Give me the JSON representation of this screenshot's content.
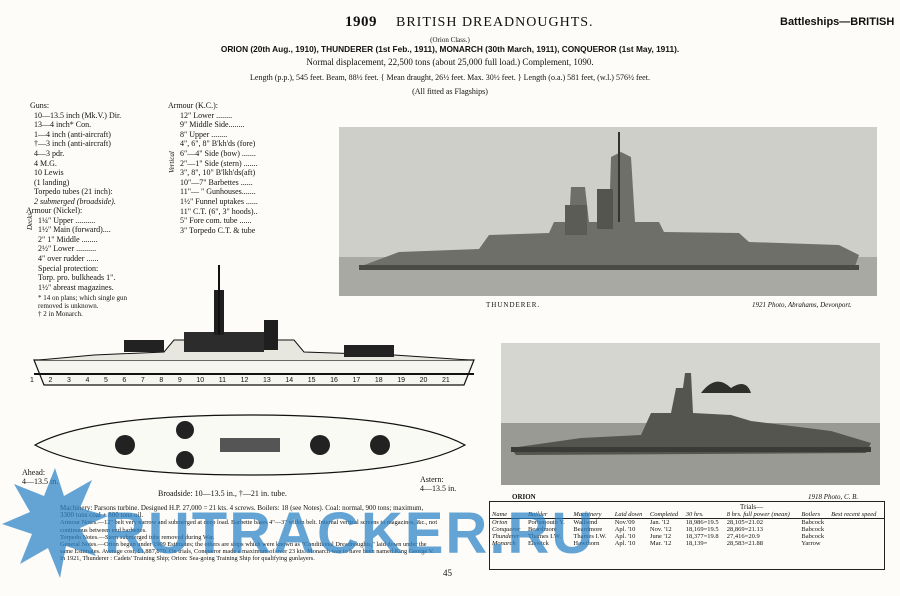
{
  "header": {
    "year": "1909",
    "title": "BRITISH DREADNOUGHTS.",
    "section": "Battleships—BRITISH",
    "class_line": "(Orion Class.)",
    "ships_line": "ORION (20th Aug., 1910), THUNDERER (1st Feb., 1911), MONARCH (30th March, 1911), CONQUEROR (1st May, 1911).",
    "displacement_line": "Normal displacement, 22,500 tons (about 25,000 full load.) Complement, 1090.",
    "length_line": "Length (p.p.), 545 feet. Beam, 88½ feet. { Mean draught, 26½ feet. Max. 30½ feet. } Length (o.a.) 581 feet, (w.l.) 576½ feet.",
    "flagship_line": "(All fitted as Flagships)"
  },
  "guns": {
    "heading": "Guns:",
    "lines": [
      "10—13.5 inch (Mk.V.)  Dir.",
      "13—4 inch*  Con.",
      "1—4 inch (anti-aircraft)",
      "†—3 inch (anti-aircraft)",
      "4—3 pdr.",
      "4 M.G.",
      "10 Lewis",
      "(1 landing)",
      "Torpedo tubes (21 inch):",
      "2 submerged (broadside)."
    ]
  },
  "armour_nickel": {
    "heading": "Armour (Nickel):",
    "side_label": "Decks",
    "lines": [
      "1¼\" Upper ..........",
      "1½\" Main (forward)....",
      "2\" 1\" Middle ........",
      "2½\" Lower ..........",
      "4\" over rudder ......",
      "Special protection:",
      "Torp. pro. bulkheads 1\".",
      "1½\" abreast magazines."
    ],
    "footnotes": [
      "* 14 on plans; which single gun removed is unknown.",
      "† 2 in Monarch."
    ]
  },
  "armour_kc": {
    "heading": "Armour (K.C.):",
    "side_label": "Vertical",
    "lines": [
      "12\" Lower ........",
      "9\" Middle  Side........",
      "8\" Upper ........",
      "4\", 6\", 8\" B'kh'ds (fore)",
      "6\"—4\" Side (bow) .......",
      "2\"—1\" Side (stern) .......",
      "3\", 8\", 10\" B'lkh'ds(aft)",
      "10\"—7\" Barbettes ......",
      "11\"— \" Gunhouses.......",
      "1½\" Funnel uptakes ......",
      "11\" C.T. (6\", 3\" hoods)..",
      "5\" Fore com. tube ......",
      "3\" Torpedo C.T. & tube"
    ]
  },
  "photos": {
    "top_caption_ship": "THUNDERER.",
    "top_caption_credit": "1921 Photo, Abrahams, Devonport.",
    "bottom_caption_ship": "ORION",
    "bottom_caption_credit": "1918 Photo, C. B."
  },
  "plan": {
    "compartments": [
      "1",
      "2",
      "3",
      "4",
      "5",
      "6",
      "7",
      "8",
      "9",
      "10",
      "11",
      "12",
      "13",
      "14",
      "15",
      "16",
      "17",
      "18",
      "19",
      "20",
      "21"
    ],
    "ahead_label": "Ahead:",
    "ahead_value": "4—13.5 in.",
    "astern_label": "Astern:",
    "astern_value": "4—13.5 in.",
    "broadside_line": "Broadside: 10—13.5 in., †—21 in. tube."
  },
  "notes": {
    "machinery": "Machinery: Parsons turbine. Designed H.P. 27,000 = 21 kts. 4 screws. Boilers: 18 (see Notes). Coal: normal, 900 tons; maximum, 3300 tons coal + 800 tons oil.",
    "armour_notes": "Armour Notes.—12\" belt very narrow and submerged at deep load. Barbette bases 4\"—3\" within belt. Internal vertical screens to magazines, &c., not continuous between end barbettes.",
    "torpedo_notes": "Torpedo Notes.—Stern submerged tube removed during War.",
    "general_notes": "General Notes.—Orion begun under 1909 Estimates; the others are ships which were known as \"Conditional Dreadnoughts,\" laid down under the same Estimates. Average cost, £1,887,870. On trials, Conqueror made a maximum of over 23 kts. Monarch was to have been named King George V. In 1921, Thunderer : Cadets' Training Ship; Orion: Sea-going Training Ship for qualifying gunlayers."
  },
  "table": {
    "headers": [
      "Name",
      "Builder",
      "Machinery",
      "Laid down",
      "Completed",
      "30 hrs.",
      "8 hrs. full power (mean)",
      "Boilers",
      "Best recent speed"
    ],
    "trials_label": "Trials—",
    "rows": [
      [
        "Orion",
        "Portsmouth Y.",
        "Wallsend",
        "Nov.'09",
        "Jan. '12",
        "18,986=19.5",
        "28,105=21.02",
        "Babcock",
        ""
      ],
      [
        "Conqueror",
        "Beardmore",
        "Beardmore",
        "Apl. '10",
        "Nov. '12",
        "18,169=19.5",
        "28,869=21.13",
        "Babcock",
        ""
      ],
      [
        "Thunderer",
        "Thames I.W.",
        "Thames I.W.",
        "Apl. '10",
        "June '12",
        "18,377=19.8",
        "27,416=20.9",
        "Babcock",
        ""
      ],
      [
        "Monarch",
        "Elswick",
        "Hawthorn",
        "Apl. '10",
        "Mar. '12",
        "18,139=",
        "28,583=21.88",
        "Yarrow",
        ""
      ]
    ]
  },
  "page_number": "45",
  "watermark": {
    "text": "RUTRACKER.RU"
  }
}
